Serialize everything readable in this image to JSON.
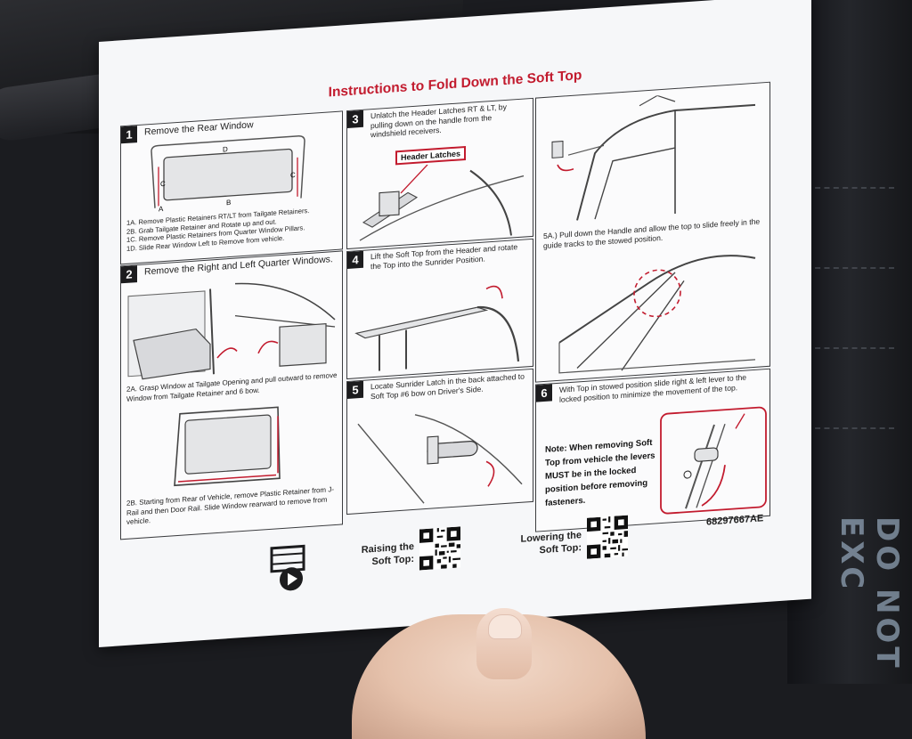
{
  "background": {
    "floor_text": "DO NOT EXC"
  },
  "instructions": {
    "title": "Instructions to Fold Down the Soft Top",
    "step1": {
      "number": "1",
      "heading": "Remove the Rear Window",
      "labels": [
        "D",
        "C",
        "C",
        "A",
        "B"
      ],
      "lines": [
        "1A. Remove Plastic Retainers RT/LT from Tailgate Retainers.",
        "2B. Grab Tailgate Retainer and Rotate up and out.",
        "1C. Remove Plastic Retainers from Quarter Window Pillars.",
        "1D. Slide Rear Window Left to Remove from vehicle."
      ]
    },
    "step2": {
      "number": "2",
      "heading": "Remove the Right and Left Quarter Windows.",
      "text_a": "2A. Grasp Window at Tailgate Opening and pull outward to remove Window from Tailgate Retainer and 6 bow.",
      "text_b": "2B. Starting from Rear of Vehicle, remove Plastic Retainer from J-Rail and then Door Rail. Slide Window rearward to remove from vehicle."
    },
    "step3": {
      "number": "3",
      "text": "Unlatch the Header Latches RT & LT, by pulling down on the handle from the windshield receivers.",
      "callout": "Header Latches"
    },
    "step4": {
      "number": "4",
      "text": "Lift the Soft Top from the Header and rotate the Top into the Sunrider Position."
    },
    "step5": {
      "number": "5",
      "text": "Locate Sunrider Latch in the back attached to Soft Top #6 bow on Driver's Side."
    },
    "step5a": {
      "text": "5A.) Pull down the Handle and allow the top to slide freely in the guide tracks to the stowed position."
    },
    "step6": {
      "number": "6",
      "text": "With Top in stowed position slide right & left lever to the locked position to minimize the movement of the top.",
      "note": "Note: When removing Soft Top from vehicle the levers MUST be in the locked position before removing fasteners."
    },
    "footer": {
      "raising_label": "Raising the Soft Top:",
      "lowering_label": "Lowering the Soft Top:",
      "part_number": "68297667AE",
      "video_icon": "video-play-icon"
    },
    "colors": {
      "accent_red": "#c21b2e",
      "paper": "#f6f7f9",
      "ink": "#1c1c1e"
    }
  }
}
